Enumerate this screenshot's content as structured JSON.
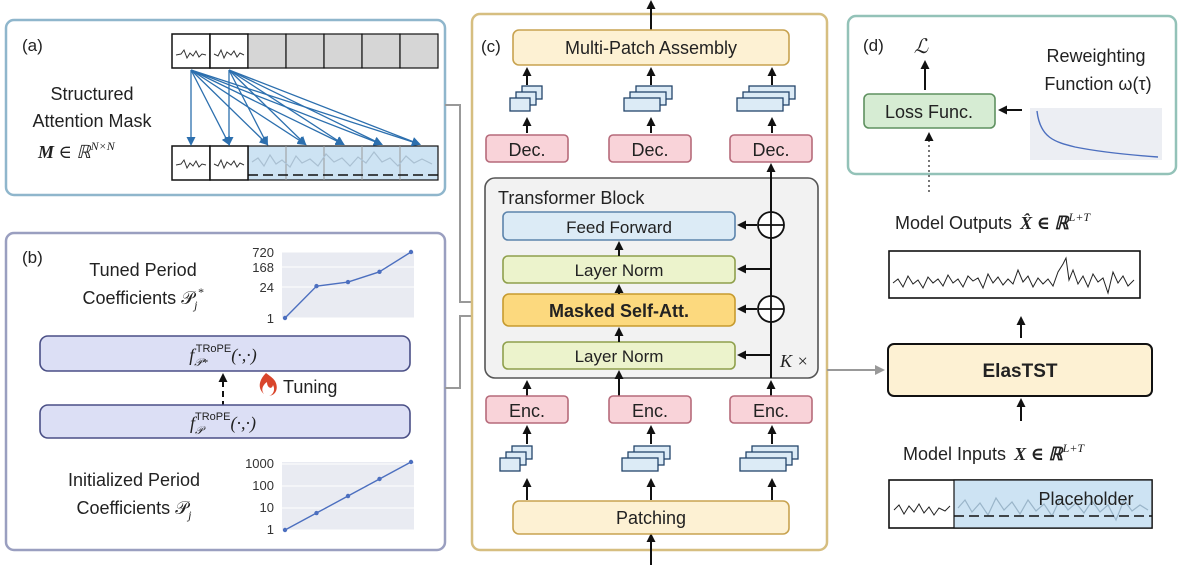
{
  "colors": {
    "panel_a_border": "#8fb6cc",
    "panel_b_border": "#9a9fc0",
    "panel_c_border": "#d6be80",
    "panel_d_border": "#93c2b8",
    "enc_dec_fill": "#f9d3d9",
    "enc_dec_stroke": "#b66a7a",
    "assembly_fill": "#fdf1d3",
    "assembly_stroke": "#c8a350",
    "ff_fill": "#dcebf6",
    "ff_stroke": "#5c84ac",
    "ln_fill": "#ecf3cc",
    "ln_stroke": "#8fa04c",
    "att_fill": "#fcd97e",
    "att_stroke": "#c79b2f",
    "rope_fill": "#dcdff5",
    "rope_stroke": "#4a4f86",
    "loss_fill": "#d6ecd3",
    "loss_stroke": "#5f9160",
    "elastst_fill": "#fdf1d3",
    "arrow_blue": "#2c6fae",
    "plot_line": "#4c6fbf",
    "plot_bg": "#e9ebf2",
    "placeholder_fill": "#cde3f3"
  },
  "panel_a": {
    "tag": "(a)",
    "title_line1": "Structured",
    "title_line2": "Attention Mask",
    "formula_bold": "M",
    "formula_rest": " ∈ ℝ",
    "formula_sup": "N×N"
  },
  "panel_b": {
    "tag": "(b)",
    "tuned_line1": "Tuned Period",
    "tuned_line2": "Coefficients 𝒫",
    "tuned_sub": "j",
    "tuned_sup": "*",
    "tuned_rope_f": "f",
    "tuned_rope_sub": "𝒫*",
    "tuned_rope_sup": "TRoPE",
    "tuned_rope_args": "(·,·)",
    "init_rope_f": "f",
    "init_rope_sub": "𝒫",
    "init_rope_sup": "TRoPE",
    "init_rope_args": "(·,·)",
    "tuning_label": "Tuning",
    "fire_icon": "fire-icon",
    "init_line1": "Initialized Period",
    "init_line2": "Coefficients 𝒫",
    "init_sub": "j"
  },
  "panel_c": {
    "tag": "(c)",
    "assembly": "Multi-Patch Assembly",
    "dec": "Dec.",
    "enc": "Enc.",
    "transformer_block": "Transformer Block",
    "feed_forward": "Feed Forward",
    "layer_norm": "Layer Norm",
    "masked_att": "Masked Self-Att.",
    "k_times": "K ×",
    "patching": "Patching"
  },
  "panel_d": {
    "tag": "(d)",
    "loss_symbol": "ℒ",
    "loss_func": "Loss Func.",
    "reweight_line1": "Reweighting",
    "reweight_line2": "Function ω(τ)"
  },
  "right": {
    "outputs_label": "Model Outputs",
    "outputs_math": "X̂ ∈ ℝ",
    "outputs_sup": "L+T",
    "elastst": "ElasTST",
    "inputs_label": "Model Inputs",
    "inputs_math": "X ∈ ℝ",
    "inputs_sup": "L+T",
    "placeholder": "Placeholder"
  },
  "chart_data": [
    {
      "type": "line",
      "yscale": "log",
      "y_ticks": [
        "720",
        "168",
        "24",
        "1"
      ],
      "values": [
        1,
        24,
        36,
        100,
        720
      ],
      "grid": true
    },
    {
      "type": "line",
      "yscale": "log",
      "y_ticks": [
        "1000",
        "100",
        "10",
        "1"
      ],
      "values": [
        1,
        5.6,
        31.6,
        178,
        1000
      ],
      "grid": true
    }
  ]
}
